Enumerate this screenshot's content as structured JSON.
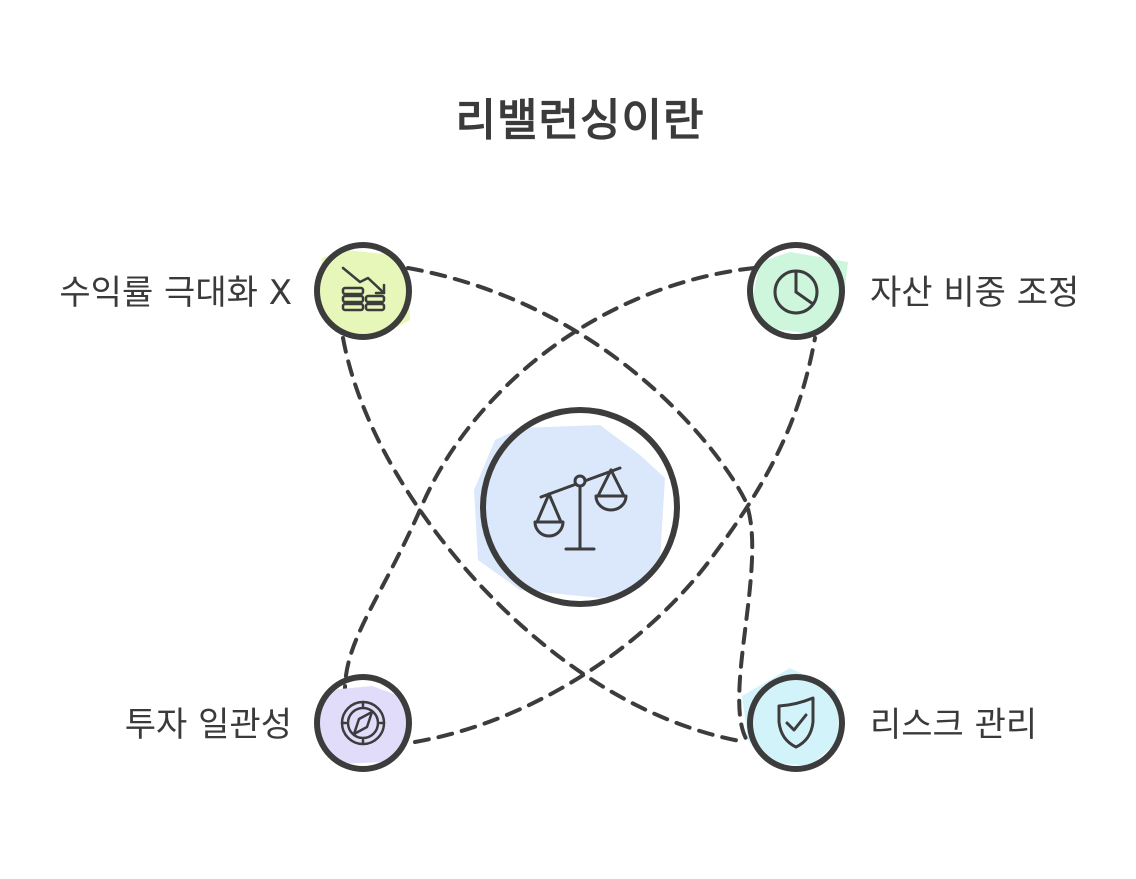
{
  "title": "리밸런싱이란",
  "center": {
    "icon": "balance-scale-icon",
    "fill": "#dbe8fb"
  },
  "nodes": [
    {
      "id": "top-left",
      "label": "수익률 극대화 X",
      "icon": "declining-coins-icon",
      "fill": "#e7f7b9"
    },
    {
      "id": "top-right",
      "label": "자산 비중 조정",
      "icon": "pie-chart-icon",
      "fill": "#cdf6dd"
    },
    {
      "id": "bottom-left",
      "label": "투자 일관성",
      "icon": "compass-icon",
      "fill": "#e2dcfb"
    },
    {
      "id": "bottom-right",
      "label": "리스크 관리",
      "icon": "shield-check-icon",
      "fill": "#d3f3fb"
    }
  ],
  "colors": {
    "stroke": "#3c3c3c",
    "text": "#3a3a3a"
  }
}
